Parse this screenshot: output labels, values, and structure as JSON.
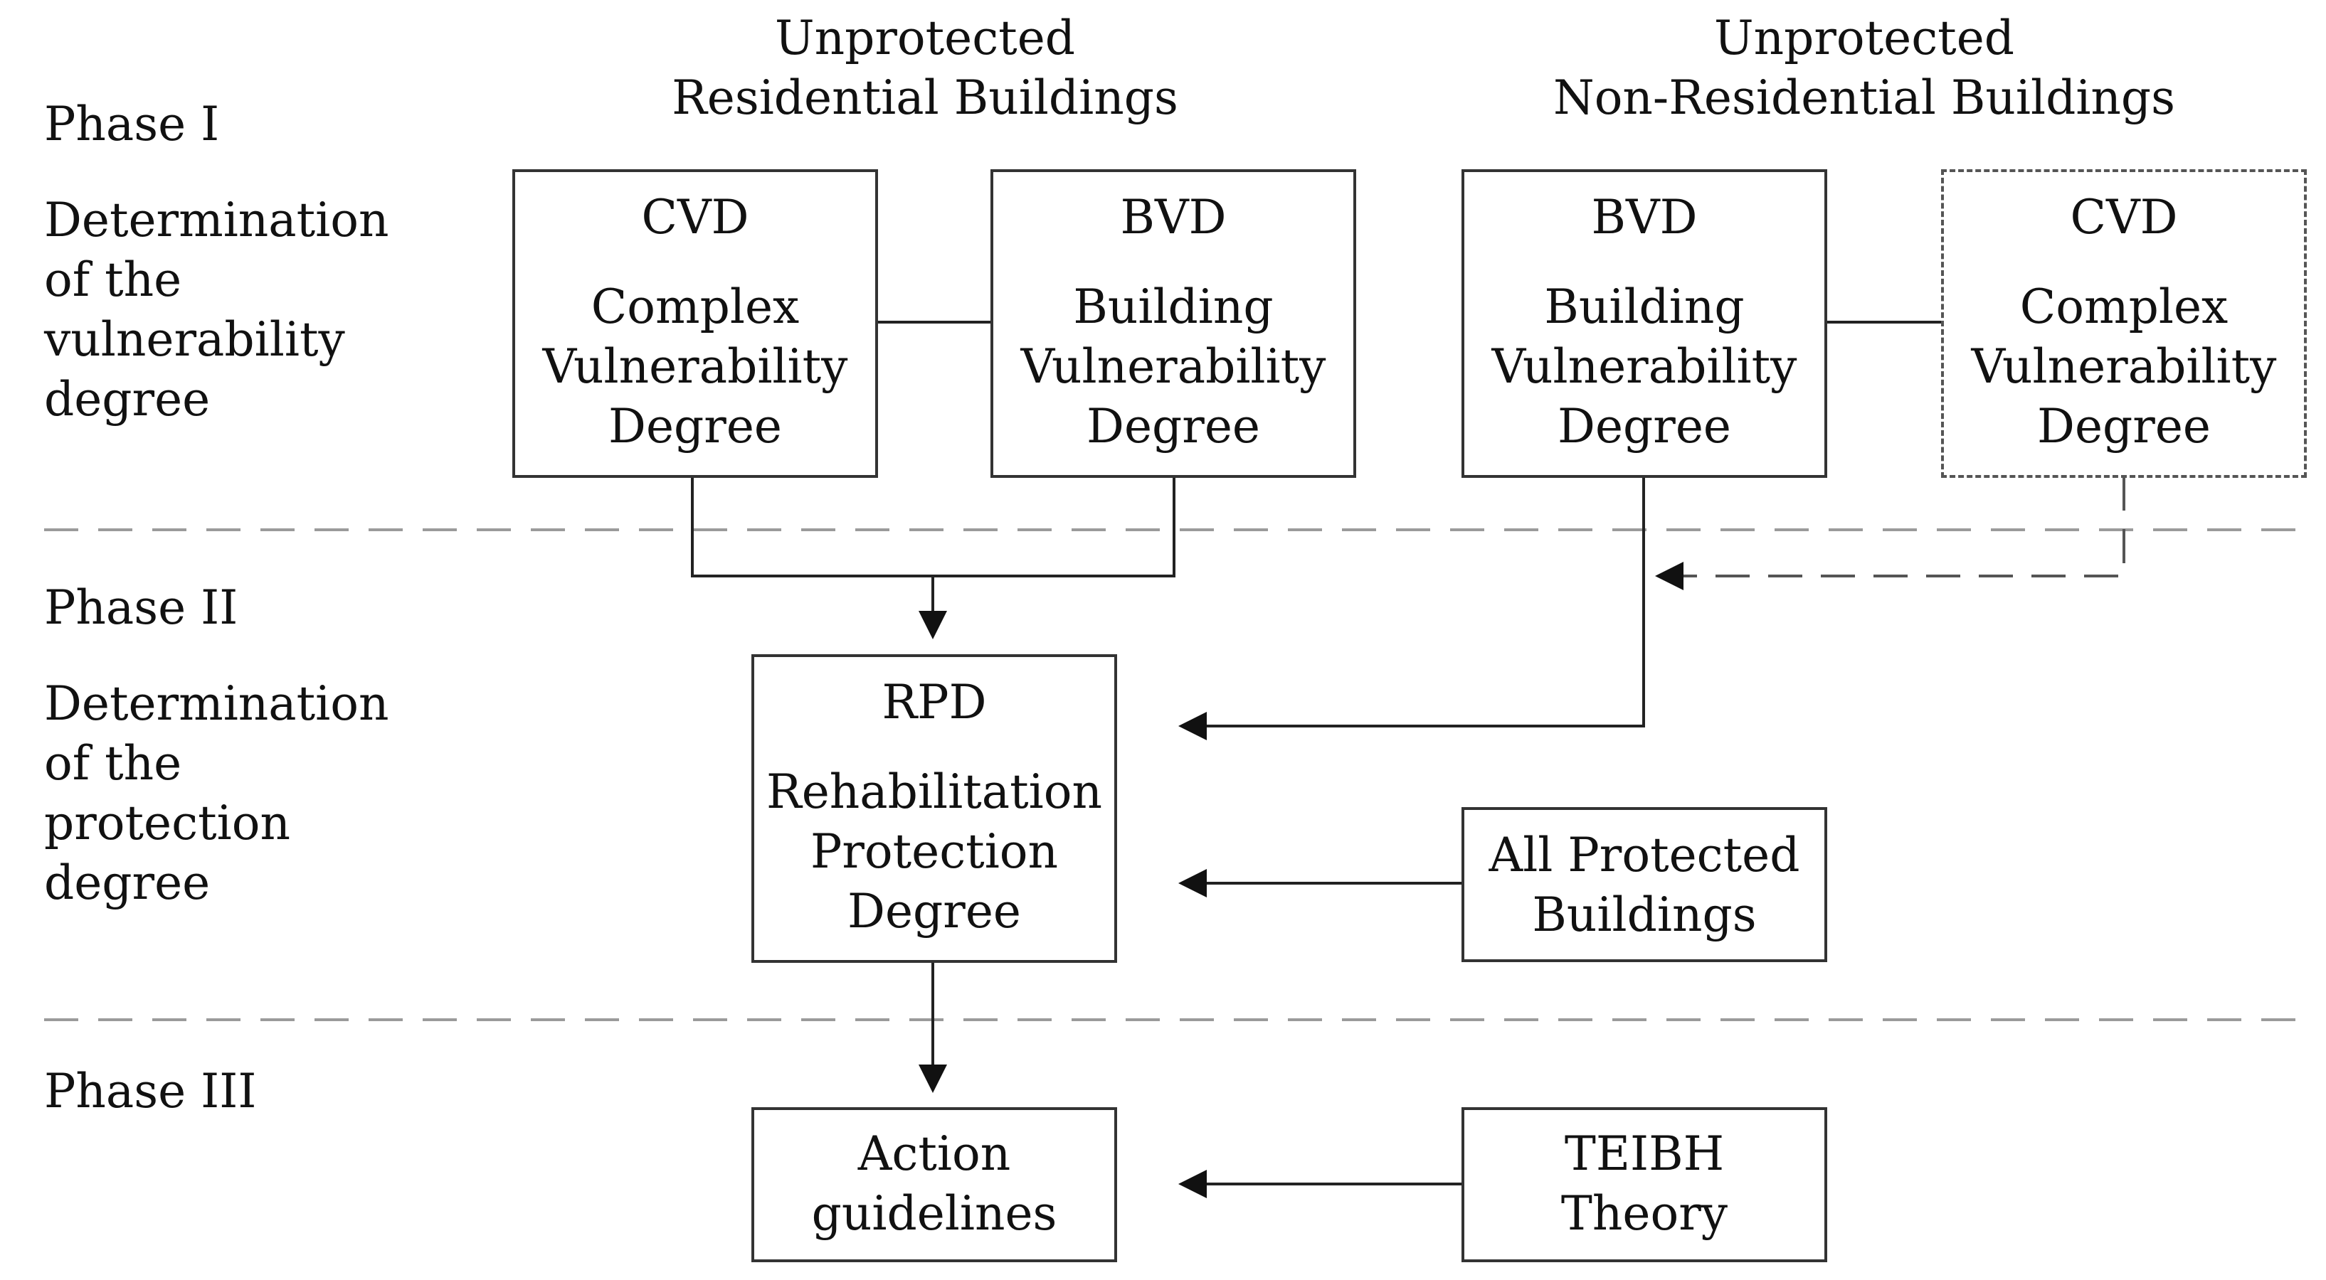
{
  "columns": {
    "residential": [
      "Unprotected",
      "Residential Buildings"
    ],
    "non_residential": [
      "Unprotected",
      "Non-Residential Buildings"
    ]
  },
  "phases": [
    {
      "title": "Phase I",
      "desc": [
        "Determination",
        "of the",
        "vulnerability",
        "degree"
      ]
    },
    {
      "title": "Phase II",
      "desc": [
        "Determination",
        "of the",
        "protection",
        "degree"
      ]
    },
    {
      "title": "Phase III",
      "desc": []
    }
  ],
  "boxes": {
    "cvd_res": {
      "abbr": "CVD",
      "label": [
        "Complex",
        "Vulnerability",
        "Degree"
      ],
      "dashed": false
    },
    "bvd_res": {
      "abbr": "BVD",
      "label": [
        "Building",
        "Vulnerability",
        "Degree"
      ],
      "dashed": false
    },
    "bvd_nonres": {
      "abbr": "BVD",
      "label": [
        "Building",
        "Vulnerability",
        "Degree"
      ],
      "dashed": false
    },
    "cvd_nonres": {
      "abbr": "CVD",
      "label": [
        "Complex",
        "Vulnerability",
        "Degree"
      ],
      "dashed": true
    },
    "rpd": {
      "abbr": "RPD",
      "label": [
        "Rehabilitation",
        "Protection",
        "Degree"
      ],
      "dashed": false
    },
    "protected": {
      "abbr": "",
      "label": [
        "All Protected",
        "Buildings"
      ],
      "dashed": false
    },
    "action": {
      "abbr": "",
      "label": [
        "Action",
        "guidelines"
      ],
      "dashed": false
    },
    "teibh": {
      "abbr": "",
      "label": [
        "TEIBH",
        "Theory"
      ],
      "dashed": false
    }
  },
  "colors": {
    "line": "#222222",
    "separator": "#9a9a9a",
    "box_border": "#333333",
    "dashed_border": "#555555"
  }
}
